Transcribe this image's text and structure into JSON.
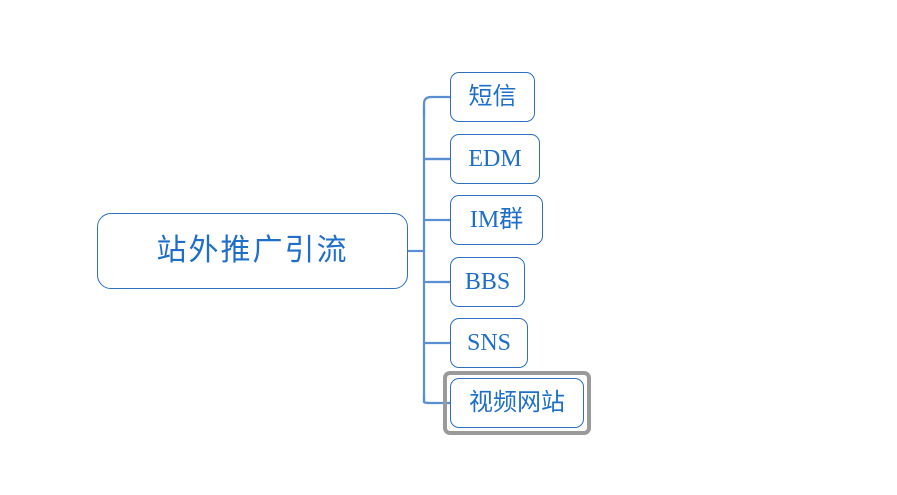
{
  "diagram": {
    "title_text": "站外推广引流",
    "layout": "horizontal-tree-right",
    "background_color": "#ffffff",
    "node_border_color": "#2E6FC0",
    "node_text_color": "#1F6FC8",
    "connector_color": "#5B8FD4",
    "selection_color": "#9A9A9A",
    "root": {
      "label": "站外推广引流",
      "selected": false
    },
    "children": [
      {
        "label": "短信",
        "selected": false
      },
      {
        "label": "EDM",
        "selected": false
      },
      {
        "label": "IM群",
        "selected": false
      },
      {
        "label": "BBS",
        "selected": false
      },
      {
        "label": "SNS",
        "selected": false
      },
      {
        "label": "视频网站",
        "selected": true
      }
    ]
  }
}
